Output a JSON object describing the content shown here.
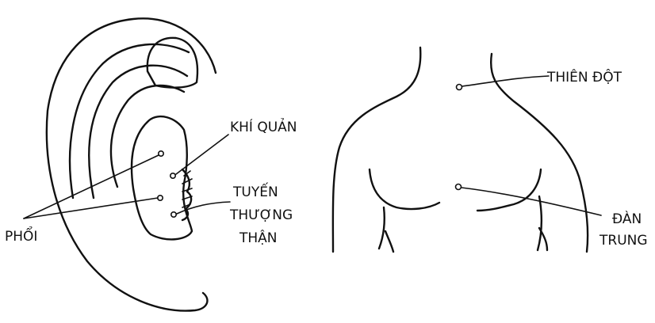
{
  "labels": {
    "khi_quan": "KHÍ QUẢN",
    "tuyen": "TUYẾN",
    "thuong": "THƯỢNG",
    "than": "THẬN",
    "phoi": "PHỔI",
    "thien_dot": "THIÊN ĐỘT",
    "dan": "ĐÀN",
    "trung": "TRUNG"
  }
}
